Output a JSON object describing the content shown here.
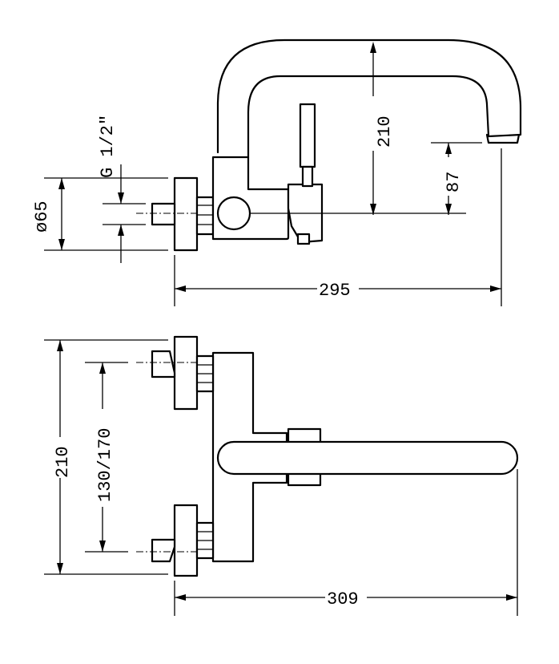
{
  "drawing": {
    "top_view": {
      "thread": "G  1/2\"",
      "diameter": "ø65",
      "height": "210",
      "spout_offset": "87",
      "length": "295"
    },
    "front_view": {
      "height": "210",
      "centers": "130/170",
      "length": "309"
    }
  }
}
